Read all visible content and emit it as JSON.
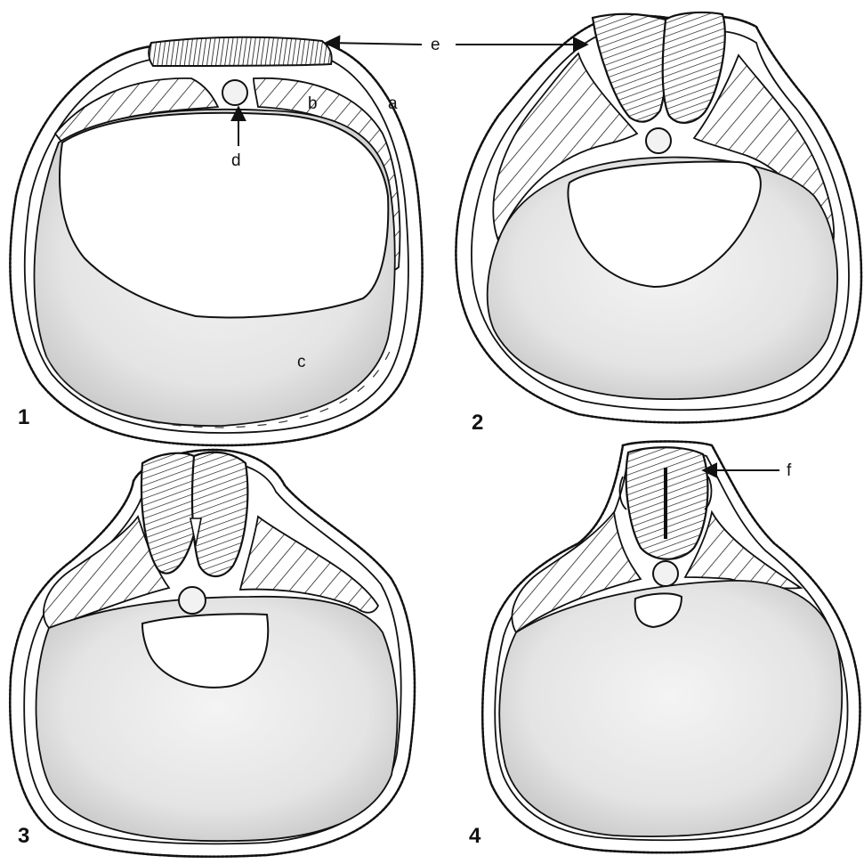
{
  "figure": {
    "panels": [
      "1",
      "2",
      "3",
      "4"
    ],
    "labels": {
      "a": "a",
      "b": "b",
      "c": "c",
      "d": "d",
      "e": "e",
      "f": "f"
    }
  }
}
